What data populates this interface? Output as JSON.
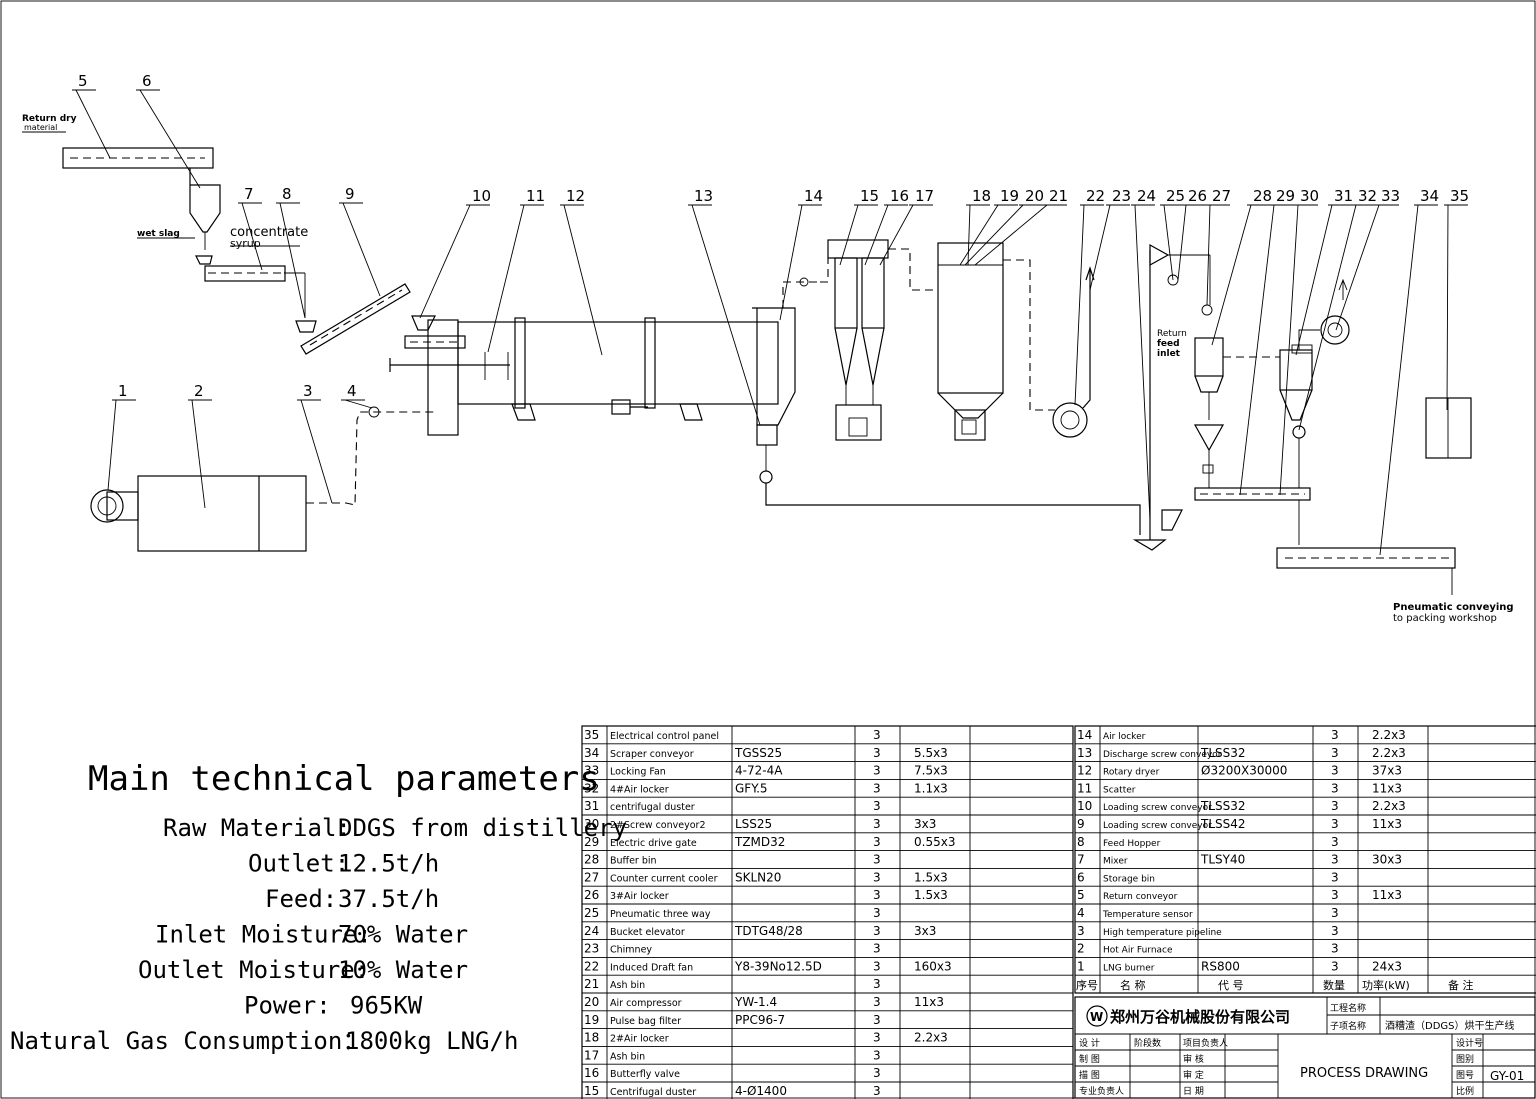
{
  "diagram": {
    "callouts": [
      "1",
      "2",
      "3",
      "4",
      "5",
      "6",
      "7",
      "8",
      "9",
      "10",
      "11",
      "12",
      "13",
      "14",
      "15",
      "16",
      "17",
      "18",
      "19",
      "20",
      "21",
      "22",
      "23",
      "24",
      "25",
      "26",
      "27",
      "28",
      "29",
      "30",
      "31",
      "32",
      "33",
      "34",
      "35"
    ],
    "annotations": {
      "return_dry": "Return dry",
      "material": "material",
      "wet_slag": "wet slag",
      "concentrate": "concentrate",
      "syrup": "syrup",
      "return_feed_inlet_1": "Return",
      "return_feed_inlet_2": "feed",
      "return_feed_inlet_3": "inlet",
      "pneumatic_1": "Pneumatic conveying",
      "pneumatic_2": "to packing workshop"
    }
  },
  "parameters": {
    "title": "Main technical parameters",
    "lines": [
      {
        "label": "Raw Material:",
        "value": "DDGS from distillery"
      },
      {
        "label": "Outlet:",
        "value": "12.5t/h"
      },
      {
        "label": "Feed:",
        "value": "37.5t/h"
      },
      {
        "label": "Inlet Moisture:",
        "value": "70% Water"
      },
      {
        "label": "Outlet Moisture:",
        "value": "10% Water"
      },
      {
        "label": "Power:",
        "value": "965KW"
      },
      {
        "label": "Natural Gas Consumption：",
        "value": "1800kg LNG/h"
      }
    ]
  },
  "equipment_table": {
    "left": [
      {
        "no": "35",
        "name": "Electrical control panel",
        "model": "",
        "qty": "3",
        "power": ""
      },
      {
        "no": "34",
        "name": "Scraper conveyor",
        "model": "TGSS25",
        "qty": "3",
        "power": "5.5x3"
      },
      {
        "no": "33",
        "name": "Locking Fan",
        "model": "4-72-4A",
        "qty": "3",
        "power": "7.5x3"
      },
      {
        "no": "32",
        "name": "4#Air locker",
        "model": "GFY.5",
        "qty": "3",
        "power": "1.1x3"
      },
      {
        "no": "31",
        "name": "centrifugal duster",
        "model": "",
        "qty": "3",
        "power": ""
      },
      {
        "no": "30",
        "name": "2#Screw conveyor2",
        "model": "LSS25",
        "qty": "3",
        "power": "3x3"
      },
      {
        "no": "29",
        "name": "Electric drive gate",
        "model": "TZMD32",
        "qty": "3",
        "power": "0.55x3"
      },
      {
        "no": "28",
        "name": "Buffer bin",
        "model": "",
        "qty": "3",
        "power": ""
      },
      {
        "no": "27",
        "name": "Counter current cooler",
        "model": "SKLN20",
        "qty": "3",
        "power": "1.5x3"
      },
      {
        "no": "26",
        "name": "3#Air locker",
        "model": "",
        "qty": "3",
        "power": "1.5x3"
      },
      {
        "no": "25",
        "name": "Pneumatic three way",
        "model": "",
        "qty": "3",
        "power": ""
      },
      {
        "no": "24",
        "name": "Bucket elevator",
        "model": "TDTG48/28",
        "qty": "3",
        "power": "3x3"
      },
      {
        "no": "23",
        "name": "Chimney",
        "model": "",
        "qty": "3",
        "power": ""
      },
      {
        "no": "22",
        "name": "Induced Draft fan",
        "model": "Y8-39No12.5D",
        "qty": "3",
        "power": "160x3"
      },
      {
        "no": "21",
        "name": "Ash bin",
        "model": "",
        "qty": "3",
        "power": ""
      },
      {
        "no": "20",
        "name": "Air compressor",
        "model": "YW-1.4",
        "qty": "3",
        "power": "11x3"
      },
      {
        "no": "19",
        "name": "Pulse bag filter",
        "model": "PPC96-7",
        "qty": "3",
        "power": ""
      },
      {
        "no": "18",
        "name": "2#Air locker",
        "model": "",
        "qty": "3",
        "power": "2.2x3"
      },
      {
        "no": "17",
        "name": "Ash bin",
        "model": "",
        "qty": "3",
        "power": ""
      },
      {
        "no": "16",
        "name": "Butterfly valve",
        "model": "",
        "qty": "3",
        "power": ""
      },
      {
        "no": "15",
        "name": "Centrifugal duster",
        "model": "4-Ø1400",
        "qty": "3",
        "power": ""
      }
    ],
    "right": [
      {
        "no": "14",
        "name": "Air locker",
        "model": "",
        "qty": "3",
        "power": "2.2x3"
      },
      {
        "no": "13",
        "name": "Discharge screw conveyor",
        "model": "TLSS32",
        "qty": "3",
        "power": "2.2x3"
      },
      {
        "no": "12",
        "name": "Rotary dryer",
        "model": "Ø3200X30000",
        "qty": "3",
        "power": "37x3"
      },
      {
        "no": "11",
        "name": "Scatter",
        "model": "",
        "qty": "3",
        "power": "11x3"
      },
      {
        "no": "10",
        "name": "Loading screw conveyor",
        "model": "TLSS32",
        "qty": "3",
        "power": "2.2x3"
      },
      {
        "no": "9",
        "name": "Loading screw conveyor",
        "model": "TLSS42",
        "qty": "3",
        "power": "11x3"
      },
      {
        "no": "8",
        "name": "Feed Hopper",
        "model": "",
        "qty": "3",
        "power": ""
      },
      {
        "no": "7",
        "name": "Mixer",
        "model": "TLSY40",
        "qty": "3",
        "power": "30x3"
      },
      {
        "no": "6",
        "name": "Storage bin",
        "model": "",
        "qty": "3",
        "power": ""
      },
      {
        "no": "5",
        "name": "Return conveyor",
        "model": "",
        "qty": "3",
        "power": "11x3"
      },
      {
        "no": "4",
        "name": "Temperature sensor",
        "model": "",
        "qty": "3",
        "power": ""
      },
      {
        "no": "3",
        "name": "High temperature pipeline",
        "model": "",
        "qty": "3",
        "power": ""
      },
      {
        "no": "2",
        "name": "Hot Air Furnace",
        "model": "",
        "qty": "3",
        "power": ""
      },
      {
        "no": "1",
        "name": "LNG burner",
        "model": "RS800",
        "qty": "3",
        "power": "24x3"
      }
    ],
    "header": {
      "no": "序号",
      "name": "名  称",
      "model": "代     号",
      "qty": "数量",
      "power": "功率(kW)",
      "note": "备     注"
    }
  },
  "title_block": {
    "company": "郑州万谷机械股份有限公司",
    "project_name_label": "工程名称",
    "sub_project_label": "子项名称",
    "sub_project_value": "酒糟渣（DDGS）烘干生产线",
    "drawing_title": "PROCESS  DRAWING",
    "drawing_no": "GY-01",
    "roles": [
      "设  计",
      "制  图",
      "描  图",
      "专业负责人"
    ],
    "roles2": [
      "阶段数",
      "项目负责人",
      "审  核",
      "审  定",
      "日  期"
    ],
    "side": [
      "设计号",
      "图别",
      "图号",
      "比例"
    ]
  }
}
